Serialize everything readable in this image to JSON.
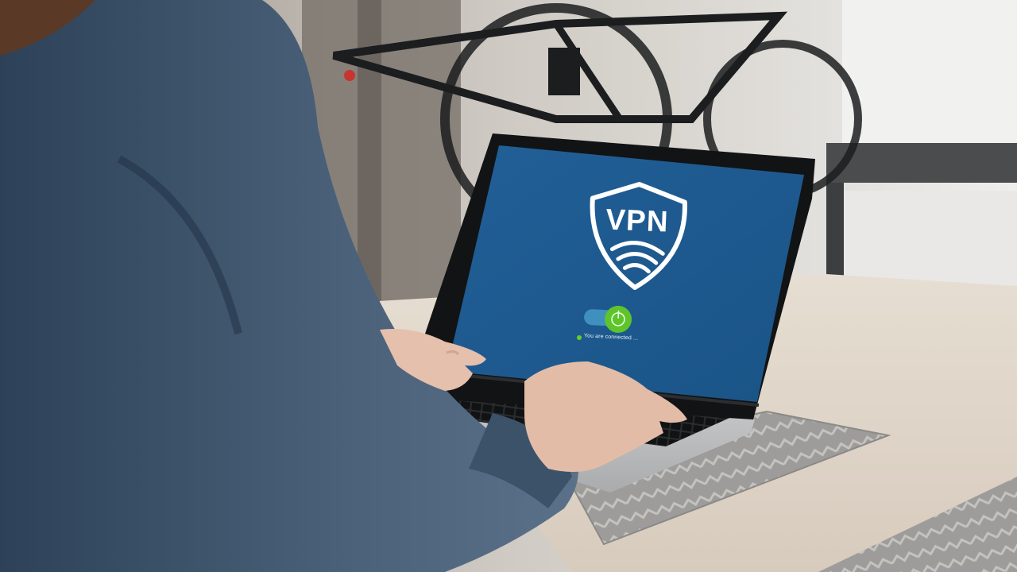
{
  "vpn_app": {
    "logo_text": "VPN",
    "status_text": "You are connected ...",
    "toggle_state": "on"
  },
  "colors": {
    "screen_blue": "#1f5f93",
    "accent_green": "#66d11e",
    "toggle_track": "#3f8fbf",
    "white": "#ffffff"
  },
  "icons": [
    "shield-icon",
    "wifi-icon",
    "power-icon"
  ]
}
